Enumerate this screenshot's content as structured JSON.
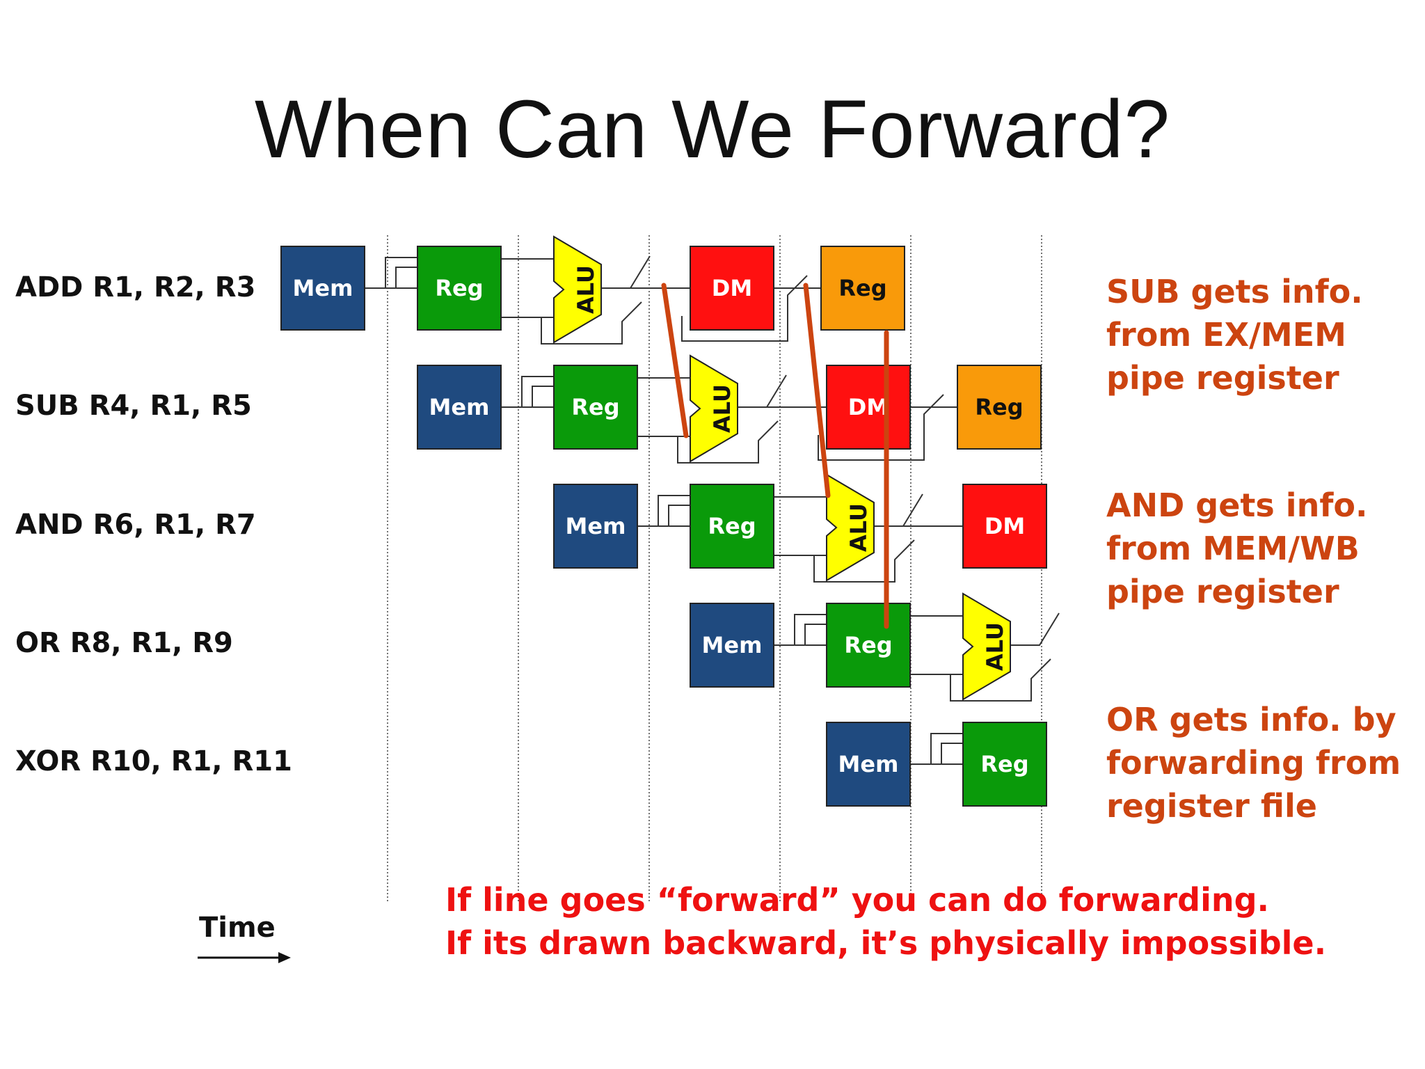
{
  "title": "When Can We Forward?",
  "instructions": [
    "ADD R1, R2, R3",
    "SUB R4, R1, R5",
    "AND R6, R1, R7",
    "OR R8, R1, R9",
    "XOR R10, R1, R11"
  ],
  "stage_labels": {
    "mem": "Mem",
    "reg": "Reg",
    "alu": "ALU",
    "dm": "DM"
  },
  "notes": [
    [
      "SUB gets info.",
      "from EX/MEM",
      "pipe register"
    ],
    [
      "AND gets info.",
      "from MEM/WB",
      "pipe register"
    ],
    [
      "OR gets info. by",
      "forwarding from",
      "register file"
    ]
  ],
  "caption": [
    "If line goes “forward” you can do forwarding.",
    "If its drawn backward, it’s physically impossible."
  ],
  "time_label": "Time",
  "colors": {
    "mem": "#1f4a7f",
    "reg": "#0a9a0a",
    "reg_writeback": "#f99a0a",
    "alu": "#ffff00",
    "dm": "#ff1010",
    "forward_line": "#cc4410",
    "note_text": "#cc4410",
    "caption_text": "#ee1111"
  }
}
